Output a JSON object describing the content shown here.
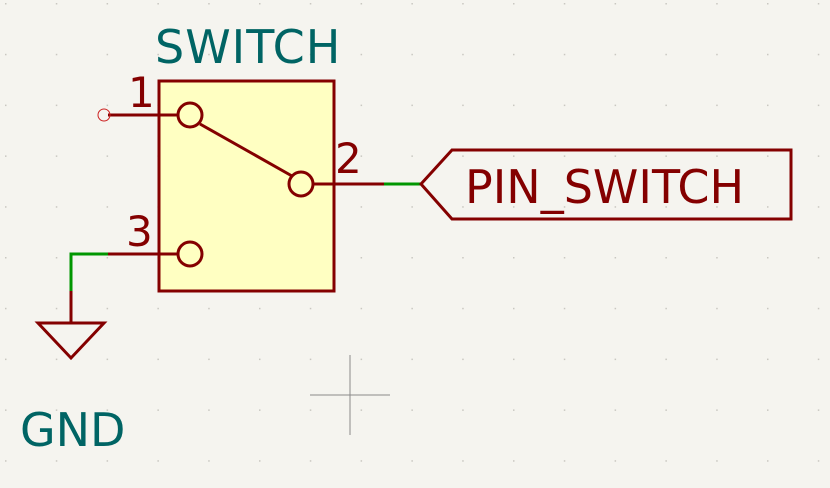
{
  "component": {
    "reference": "SWITCH",
    "pins": [
      {
        "number": "1"
      },
      {
        "number": "2"
      },
      {
        "number": "3"
      }
    ]
  },
  "net_label": {
    "text": "PIN_SWITCH"
  },
  "power": {
    "text": "GND"
  },
  "colors": {
    "background": "#f5f4ef",
    "grid_dot": "#c9c7c1",
    "body_fill": "#ffffc2",
    "outline": "#840000",
    "wire": "#009600",
    "ref_text": "#006464",
    "cursor": "#8a8a8a"
  }
}
